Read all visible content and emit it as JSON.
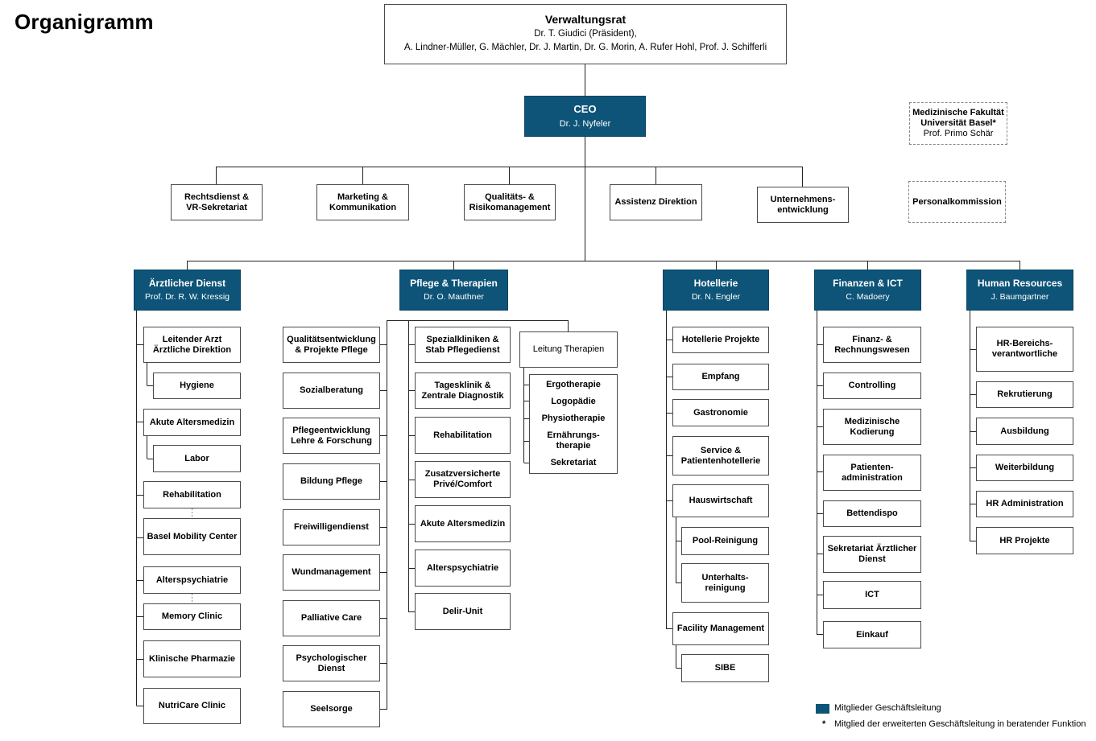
{
  "title": "Organigramm",
  "colors": {
    "leadership": "#0e5478",
    "line": "#222222"
  },
  "board": {
    "name": "Verwaltungsrat",
    "line1": "Dr. T. Giudici (Präsident),",
    "line2": "A. Lindner-Müller, G. Mächler, Dr. J. Martin, Dr. G. Morin, A. Rufer Hohl, Prof. J. Schifferli"
  },
  "ceo": {
    "name": "CEO",
    "person": "Dr. J. Nyfeler"
  },
  "faculty": {
    "line1": "Medizinische Fakultät",
    "line2": "Universität Basel*",
    "person": "Prof. Primo Schär"
  },
  "staff": [
    "Rechtsdienst &\nVR-Sekretariat",
    "Marketing &\nKommunikation",
    "Qualitäts- &\nRisikomanagement",
    "Assistenz Direktion",
    "Unternehmens-\nentwicklung"
  ],
  "personnel_commission": "Personalkommission",
  "departments": {
    "medical": {
      "name": "Ärztlicher Dienst",
      "person": "Prof. Dr. R. W. Kressig",
      "items": [
        "Leitender Arzt\nÄrztliche Direktion",
        "Hygiene",
        "Akute Altersmedizin",
        "Labor",
        "Rehabilitation",
        "Basel Mobility Center",
        "Alterspsychiatrie",
        "Memory Clinic",
        "Klinische Pharmazie",
        "NutriCare Clinic"
      ]
    },
    "nursing": {
      "name": "Pflege & Therapien",
      "person": "Dr. O. Mauthner",
      "left_items": [
        "Qualitätsentwicklung\n& Projekte Pflege",
        "Sozialberatung",
        "Pflegeentwicklung\nLehre & Forschung",
        "Bildung Pflege",
        "Freiwilligendienst",
        "Wundmanagement",
        "Palliative Care",
        "Psychologischer\nDienst",
        "Seelsorge"
      ],
      "mid_items": [
        "Spezialkliniken &\nStab Pflegedienst",
        "Tagesklinik &\nZentrale Diagnostik",
        "Rehabilitation",
        "Zusatzversicherte\nPrivé/Comfort",
        "Akute Altersmedizin",
        "Alterspsychiatrie",
        "Delir-Unit"
      ],
      "therapy_head": "Leitung Therapien",
      "therapies": [
        "Ergotherapie",
        "Logopädie",
        "Physiotherapie",
        "Ernährungs-\ntherapie",
        "Sekretariat"
      ]
    },
    "hotel": {
      "name": "Hotellerie",
      "person": "Dr. N. Engler",
      "items": [
        "Hotellerie Projekte",
        "Empfang",
        "Gastronomie",
        "Service &\nPatientenhotellerie",
        "Hauswirtschaft",
        "Pool-Reinigung",
        "Unterhalts-\nreinigung",
        "Facility Management",
        "SIBE"
      ]
    },
    "finance": {
      "name": "Finanzen & ICT",
      "person": "C. Madoery",
      "items": [
        "Finanz- &\nRechnungswesen",
        "Controlling",
        "Medizinische\nKodierung",
        "Patienten-\nadministration",
        "Bettendispo",
        "Sekretariat Ärztlicher\nDienst",
        "ICT",
        "Einkauf"
      ]
    },
    "hr": {
      "name": "Human Resources",
      "person": "J. Baumgartner",
      "items": [
        "HR-Bereichs-\nverantwortliche",
        "Rekrutierung",
        "Ausbildung",
        "Weiterbildung",
        "HR Administration",
        "HR Projekte"
      ]
    }
  },
  "legend": {
    "leadership": "Mitglieder Geschäftsleitung",
    "advisory": "Mitglied der erweiterten Geschäftsleitung in beratender Funktion",
    "asterisk": "*"
  }
}
